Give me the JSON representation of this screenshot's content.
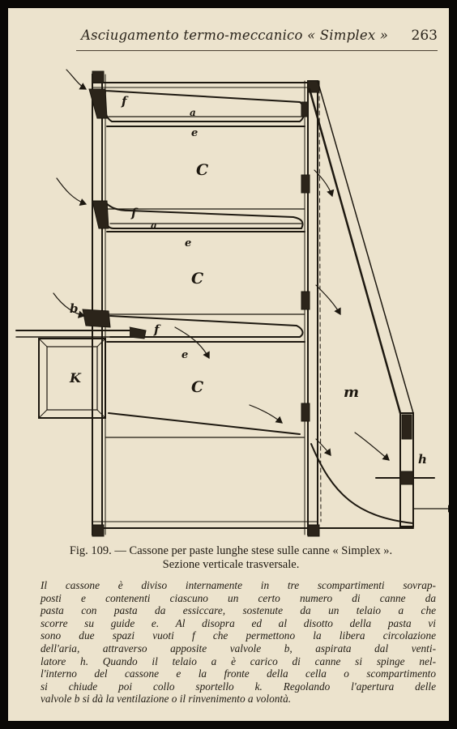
{
  "header": {
    "running_title": "Asciugamento termo-meccanico « Simplex »",
    "page_number": "263"
  },
  "figure": {
    "labels": {
      "f1": "f",
      "a1": "a",
      "e1": "e",
      "c1": "C",
      "f2": "f",
      "a2": "a",
      "e2": "e",
      "c2": "C",
      "b": "b",
      "f3": "f",
      "e3": "e",
      "k": "K",
      "c3": "C",
      "m": "m",
      "h": "h"
    }
  },
  "caption": {
    "line1": "Fig. 109. — Cassone per paste lunghe stese sulle canne « Simplex ».",
    "line2": "Sezione verticale trasversale."
  },
  "body": {
    "lines": [
      "Il cassone è diviso internamente in tre scompartimenti sovrap-",
      "posti e contenenti ciascuno un certo numero di canne da",
      "pasta con pasta da essiccare, sostenute da un telaio a che",
      "scorre su guide e. Al disopra ed al disotto della pasta vi",
      "sono due spazi vuoti f che permettono la libera circolazione",
      "dell'aria, attraverso apposite valvole b, aspirata dal venti-",
      "latore h. Quando il telaio a è carico di canne si spinge nel-",
      "l'interno del cassone e la fronte della cella o scompartimento",
      "si chiude poi collo sportello k. Regolando l'apertura delle",
      "valvole b si dà la ventilazione o il rinvenimento a volontà."
    ]
  }
}
